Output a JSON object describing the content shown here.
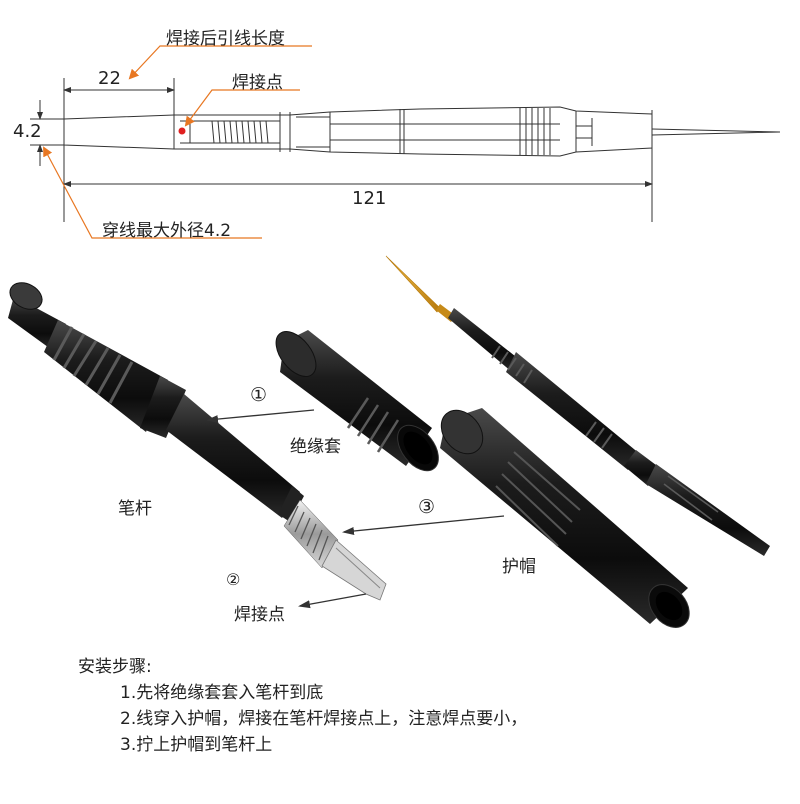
{
  "callouts": {
    "weld_length": "焊接后引线长度",
    "weld_point_top": "焊接点",
    "thread_diameter": "穿线最大外径4.2"
  },
  "dimensions": {
    "length_22": "22",
    "diameter_4_2": "4.2",
    "total_121": "121"
  },
  "parts": {
    "insulation_sleeve": "绝缘套",
    "pen_shaft": "笔杆",
    "cap": "护帽",
    "weld_point": "焊接点"
  },
  "markers": {
    "one": "①",
    "two": "②",
    "three": "③"
  },
  "steps": {
    "title": "安装步骤:",
    "items": [
      "1.先将绝缘套套入笔杆到底",
      "2.线穿入护帽，焊接在笔杆焊接点上，注意焊点要小，",
      "3.拧上护帽到笔杆上"
    ]
  },
  "colors": {
    "callout": "#e87722",
    "weld_dot": "#e02020",
    "line": "#333333",
    "part_black": "#1a1a1a",
    "needle_gold": "#e0a21a"
  }
}
